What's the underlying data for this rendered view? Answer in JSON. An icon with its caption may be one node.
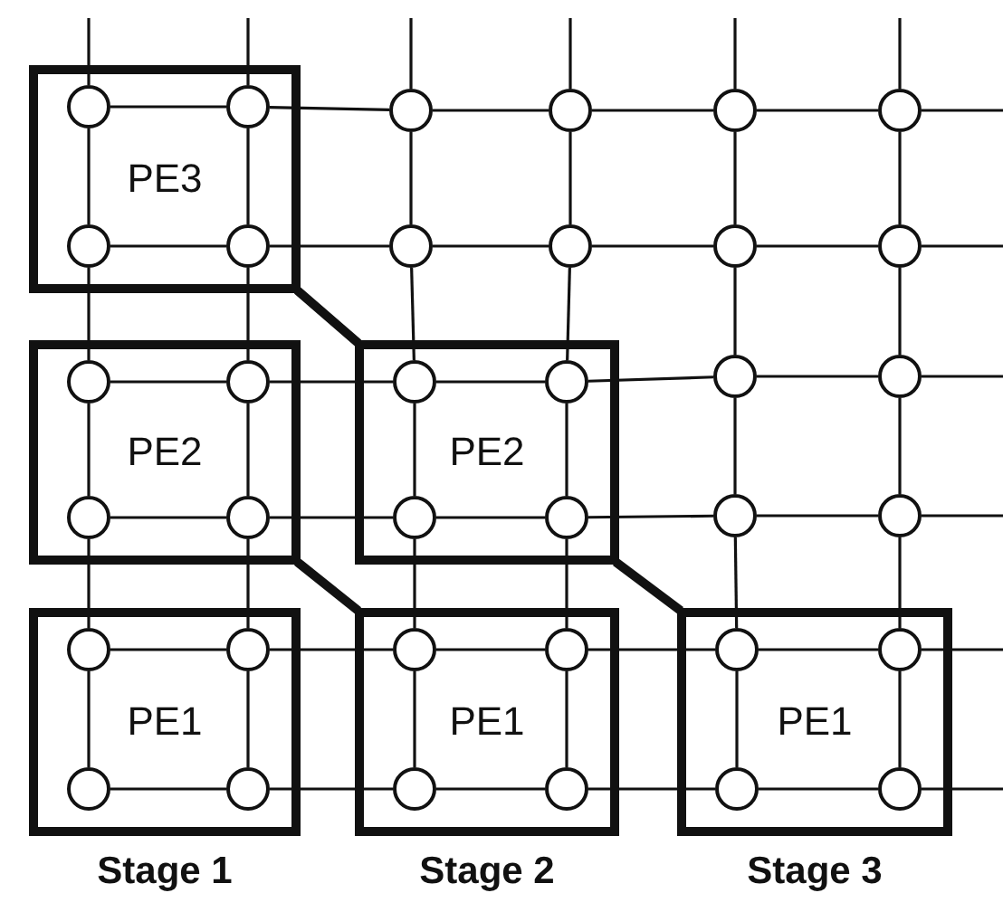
{
  "diagram": {
    "nodes": [
      {
        "text": [
          "PE3"
        ]
      },
      {
        "text": [
          "PE2"
        ]
      },
      {
        "text": [
          "PE2"
        ]
      },
      {
        "text": [
          "PE1"
        ]
      },
      {
        "text": [
          "PE1"
        ]
      },
      {
        "text": [
          "PE1"
        ]
      },
      {
        "text": [],
        "shape": "circle",
        "in": 0
      },
      {
        "text": [],
        "shape": "circle",
        "in": 0
      },
      {
        "text": [],
        "shape": "circle"
      },
      {
        "text": [],
        "shape": "circle"
      },
      {
        "text": [],
        "shape": "circle"
      },
      {
        "text": [],
        "shape": "circle"
      },
      {
        "text": [],
        "shape": "circle",
        "in": 0
      },
      {
        "text": [],
        "shape": "circle",
        "in": 0
      },
      {
        "text": [],
        "shape": "circle"
      },
      {
        "text": [],
        "shape": "circle"
      },
      {
        "text": [],
        "shape": "circle"
      },
      {
        "text": [],
        "shape": "circle"
      },
      {
        "text": [],
        "shape": "circle",
        "in": 1
      },
      {
        "text": [],
        "shape": "circle",
        "in": 1
      },
      {
        "text": [],
        "shape": "circle",
        "in": 2
      },
      {
        "text": [],
        "shape": "circle",
        "in": 2
      },
      {
        "text": [],
        "shape": "circle"
      },
      {
        "text": [],
        "shape": "circle"
      },
      {
        "text": [],
        "shape": "circle",
        "in": 1
      },
      {
        "text": [],
        "shape": "circle",
        "in": 1
      },
      {
        "text": [],
        "shape": "circle",
        "in": 2
      },
      {
        "text": [],
        "shape": "circle",
        "in": 2
      },
      {
        "text": [],
        "shape": "circle"
      },
      {
        "text": [],
        "shape": "circle"
      },
      {
        "text": [],
        "shape": "circle",
        "in": 3
      },
      {
        "text": [],
        "shape": "circle",
        "in": 3
      },
      {
        "text": [],
        "shape": "circle",
        "in": 4
      },
      {
        "text": [],
        "shape": "circle",
        "in": 4
      },
      {
        "text": [],
        "shape": "circle",
        "in": 5
      },
      {
        "text": [],
        "shape": "circle",
        "in": 5
      },
      {
        "text": [],
        "shape": "circle",
        "in": 3
      },
      {
        "text": [],
        "shape": "circle",
        "in": 3
      },
      {
        "text": [],
        "shape": "circle",
        "in": 4
      },
      {
        "text": [],
        "shape": "circle",
        "in": 4
      },
      {
        "text": [],
        "shape": "circle",
        "in": 5
      },
      {
        "text": [],
        "shape": "circle",
        "in": 5
      }
    ],
    "edges": [
      {
        "from": null,
        "to": 6,
        "arrow": "none"
      },
      {
        "from": null,
        "to": 7,
        "arrow": "none"
      },
      {
        "from": null,
        "to": 8,
        "arrow": "none"
      },
      {
        "from": null,
        "to": 9,
        "arrow": "none"
      },
      {
        "from": null,
        "to": 10,
        "arrow": "none"
      },
      {
        "from": null,
        "to": 11,
        "arrow": "none"
      },
      {
        "from": 6,
        "to": 7,
        "arrow": "none"
      },
      {
        "from": 7,
        "to": 8,
        "arrow": "none"
      },
      {
        "from": 8,
        "to": 9,
        "arrow": "none"
      },
      {
        "from": 9,
        "to": 10,
        "arrow": "none"
      },
      {
        "from": 10,
        "to": 11,
        "arrow": "none"
      },
      {
        "from": 11,
        "to": null,
        "arrow": "none"
      },
      {
        "from": 12,
        "to": 13,
        "arrow": "none"
      },
      {
        "from": 13,
        "to": 14,
        "arrow": "none"
      },
      {
        "from": 14,
        "to": 15,
        "arrow": "none"
      },
      {
        "from": 15,
        "to": 16,
        "arrow": "none"
      },
      {
        "from": 16,
        "to": 17,
        "arrow": "none"
      },
      {
        "from": 17,
        "to": null,
        "arrow": "none"
      },
      {
        "from": 18,
        "to": 19,
        "arrow": "none"
      },
      {
        "from": 19,
        "to": 20,
        "arrow": "none"
      },
      {
        "from": 20,
        "to": 21,
        "arrow": "none"
      },
      {
        "from": 21,
        "to": 22,
        "arrow": "none"
      },
      {
        "from": 22,
        "to": 23,
        "arrow": "none"
      },
      {
        "from": 23,
        "to": null,
        "arrow": "none"
      },
      {
        "from": 24,
        "to": 25,
        "arrow": "none"
      },
      {
        "from": 25,
        "to": 26,
        "arrow": "none"
      },
      {
        "from": 26,
        "to": 27,
        "arrow": "none"
      },
      {
        "from": 27,
        "to": 28,
        "arrow": "none"
      },
      {
        "from": 28,
        "to": 29,
        "arrow": "none"
      },
      {
        "from": 29,
        "to": null,
        "arrow": "none"
      },
      {
        "from": 30,
        "to": 31,
        "arrow": "none"
      },
      {
        "from": 31,
        "to": 32,
        "arrow": "none"
      },
      {
        "from": 32,
        "to": 33,
        "arrow": "none"
      },
      {
        "from": 33,
        "to": 34,
        "arrow": "none"
      },
      {
        "from": 34,
        "to": 35,
        "arrow": "none"
      },
      {
        "from": 35,
        "to": null,
        "arrow": "none"
      },
      {
        "from": 36,
        "to": 37,
        "arrow": "none"
      },
      {
        "from": 37,
        "to": 38,
        "arrow": "none"
      },
      {
        "from": 38,
        "to": 39,
        "arrow": "none"
      },
      {
        "from": 39,
        "to": 40,
        "arrow": "none"
      },
      {
        "from": 40,
        "to": 41,
        "arrow": "none"
      },
      {
        "from": 41,
        "to": null,
        "arrow": "none"
      },
      {
        "from": 6,
        "to": 12,
        "arrow": "none"
      },
      {
        "from": 7,
        "to": 13,
        "arrow": "none"
      },
      {
        "from": 8,
        "to": 14,
        "arrow": "none"
      },
      {
        "from": 9,
        "to": 15,
        "arrow": "none"
      },
      {
        "from": 10,
        "to": 16,
        "arrow": "none"
      },
      {
        "from": 11,
        "to": 17,
        "arrow": "none"
      },
      {
        "from": 12,
        "to": 18,
        "arrow": "none"
      },
      {
        "from": 13,
        "to": 19,
        "arrow": "none"
      },
      {
        "from": 14,
        "to": 20,
        "arrow": "none"
      },
      {
        "from": 15,
        "to": 21,
        "arrow": "none"
      },
      {
        "from": 16,
        "to": 22,
        "arrow": "none"
      },
      {
        "from": 17,
        "to": 23,
        "arrow": "none"
      },
      {
        "from": 18,
        "to": 24,
        "arrow": "none"
      },
      {
        "from": 19,
        "to": 25,
        "arrow": "none"
      },
      {
        "from": 20,
        "to": 26,
        "arrow": "none"
      },
      {
        "from": 21,
        "to": 27,
        "arrow": "none"
      },
      {
        "from": 22,
        "to": 28,
        "arrow": "none"
      },
      {
        "from": 23,
        "to": 29,
        "arrow": "none"
      },
      {
        "from": 24,
        "to": 30,
        "arrow": "none"
      },
      {
        "from": 25,
        "to": 31,
        "arrow": "none"
      },
      {
        "from": 26,
        "to": 32,
        "arrow": "none"
      },
      {
        "from": 27,
        "to": 33,
        "arrow": "none"
      },
      {
        "from": 28,
        "to": 34,
        "arrow": "none"
      },
      {
        "from": 29,
        "to": 35,
        "arrow": "none"
      },
      {
        "from": 30,
        "to": 36,
        "arrow": "none"
      },
      {
        "from": 31,
        "to": 37,
        "arrow": "none"
      },
      {
        "from": 32,
        "to": 38,
        "arrow": "none"
      },
      {
        "from": 33,
        "to": 39,
        "arrow": "none"
      },
      {
        "from": 34,
        "to": 40,
        "arrow": "none"
      },
      {
        "from": 35,
        "to": 41,
        "arrow": "none"
      },
      {
        "from": 0,
        "to": 2,
        "arrow": "none",
        "style": "thick"
      },
      {
        "from": 1,
        "to": 4,
        "arrow": "none",
        "style": "thick"
      },
      {
        "from": 2,
        "to": 5,
        "arrow": "none",
        "style": "thick"
      }
    ],
    "labels": [
      "Stage 1",
      "Stage 2",
      "Stage 3"
    ]
  }
}
